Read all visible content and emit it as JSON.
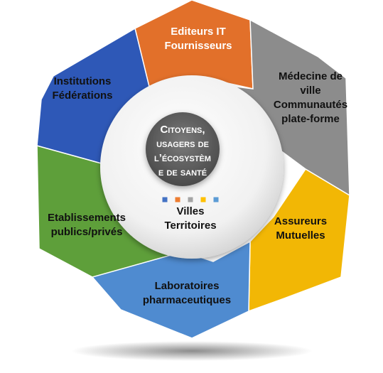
{
  "center": {
    "lines": [
      "Citoyens,",
      "usagers de",
      "l’écosystèm",
      "e de santé"
    ]
  },
  "inner_label": {
    "lines": [
      "Villes",
      "Territoires"
    ]
  },
  "segments": [
    {
      "id": "editeurs",
      "lines": [
        "Editeurs IT",
        "Fournisseurs"
      ],
      "color": "#E2702A",
      "text_color": "#ffffff"
    },
    {
      "id": "medecine",
      "lines": [
        "Médecine de",
        "ville",
        "Communautés",
        "plate-forme"
      ],
      "color": "#8C8C8C",
      "text_color": "#111111"
    },
    {
      "id": "assureurs",
      "lines": [
        "Assureurs",
        "Mutuelles"
      ],
      "color": "#F2B705",
      "text_color": "#111111"
    },
    {
      "id": "laboratoires",
      "lines": [
        "Laboratoires",
        "pharmaceutiques"
      ],
      "color": "#4F8BD0",
      "text_color": "#111111"
    },
    {
      "id": "etablissements",
      "lines": [
        "Etablissements",
        "publics/privés"
      ],
      "color": "#5E9F3A",
      "text_color": "#111111"
    },
    {
      "id": "institutions",
      "lines": [
        "Institutions",
        "Fédérations"
      ],
      "color": "#2E58B7",
      "text_color": "#111111"
    }
  ],
  "dots": [
    "#4472C4",
    "#ED7D31",
    "#A5A5A5",
    "#FFC000",
    "#5B9BD5"
  ]
}
